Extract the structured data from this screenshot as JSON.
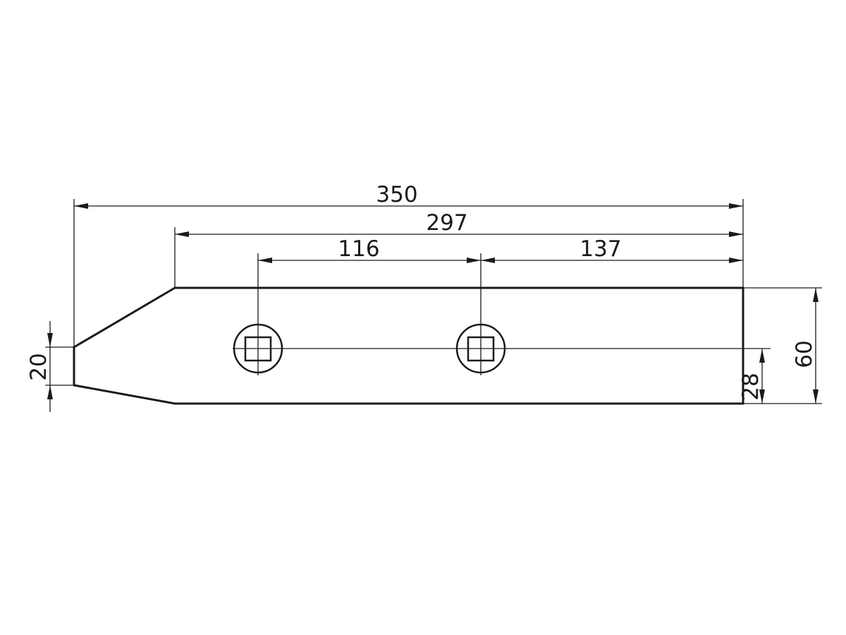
{
  "drawing": {
    "dimensions": {
      "overall_length": "350",
      "body_length": "297",
      "hole_spacing": "116",
      "hole_to_end": "137",
      "height": "60",
      "hole_height": "28",
      "tip_height": "20"
    },
    "colors": {
      "line": "#1a1a1a",
      "background": "#ffffff"
    }
  }
}
